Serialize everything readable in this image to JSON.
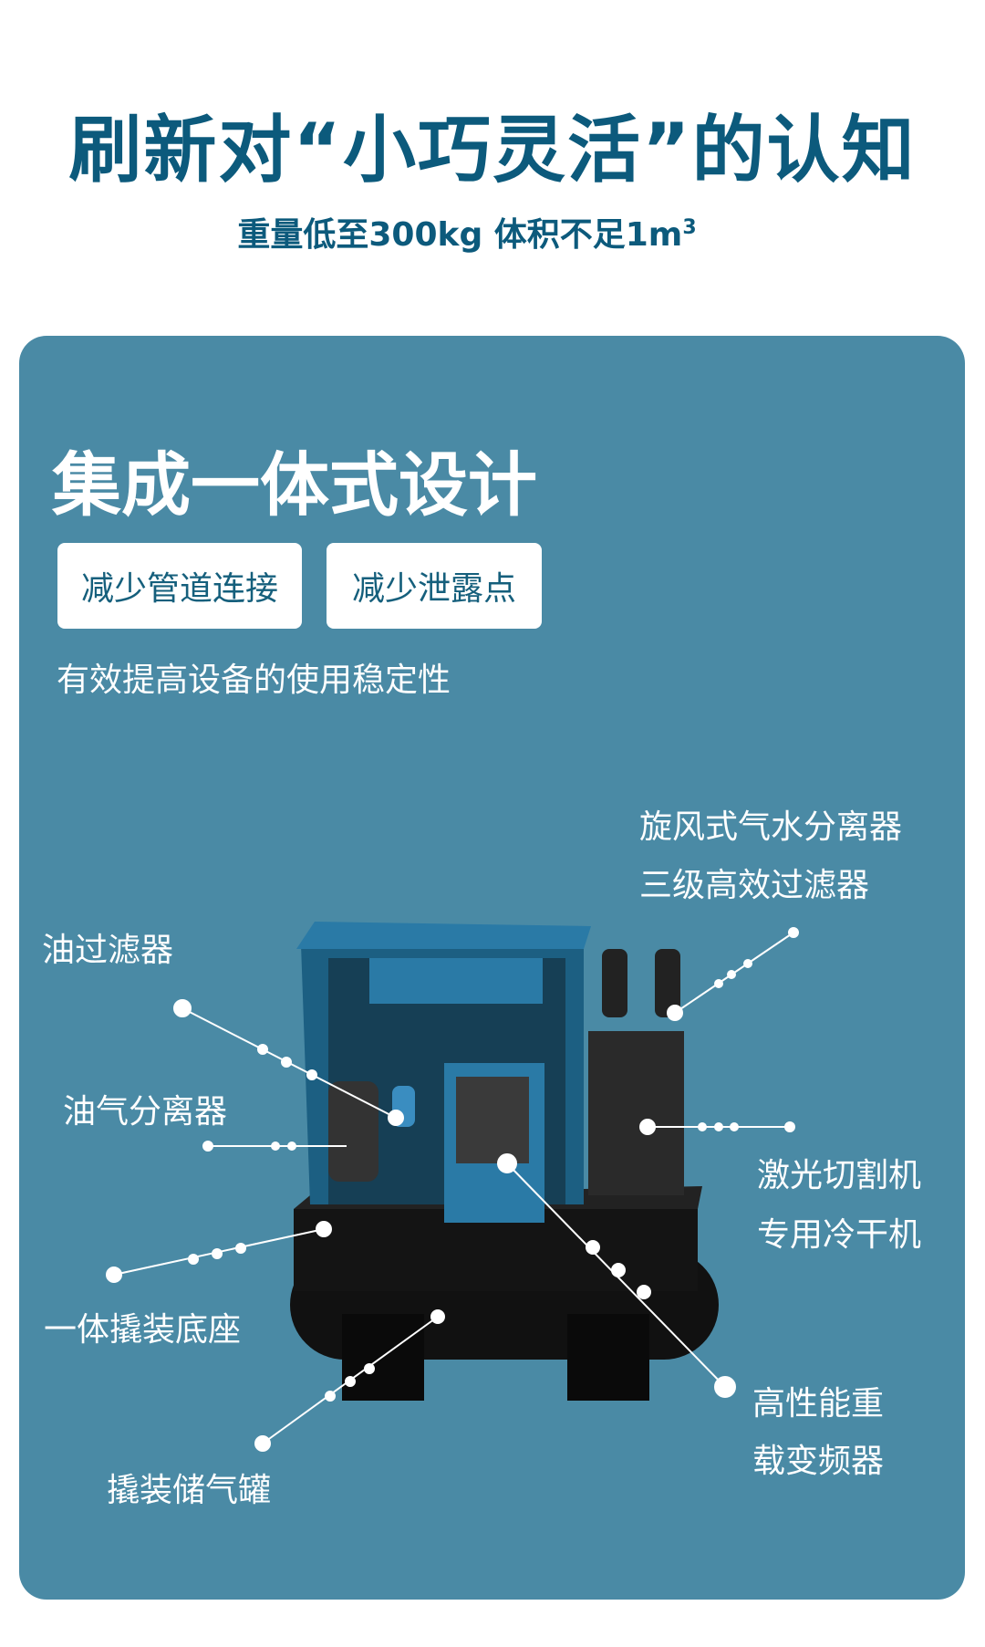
{
  "header": {
    "title": "刷新对“小巧灵活”的认知",
    "subtitle": "重量低至300kg  体积不足1m",
    "subtitle_sup": "3"
  },
  "panel": {
    "title": "集成一体式设计",
    "tags": [
      "减少管道连接",
      "减少泄露点"
    ],
    "subtitle": "有效提高设备的使用稳定性",
    "labels": {
      "separator_1": "旋风式气水分离器",
      "separator_2": "三级高效过滤器",
      "oil_filter": "油过滤器",
      "oil_separator": "油气分离器",
      "dryer_1": "激光切割机",
      "dryer_2": "专用冷干机",
      "base": "一体撬装底座",
      "inverter_1": "高性能重",
      "inverter_2": "载变频器",
      "tank": "撬装储气罐"
    }
  },
  "colors": {
    "accent": "#0c5a7c",
    "panel": "#4a8aa5",
    "machine_blue": "#1f6f98"
  }
}
